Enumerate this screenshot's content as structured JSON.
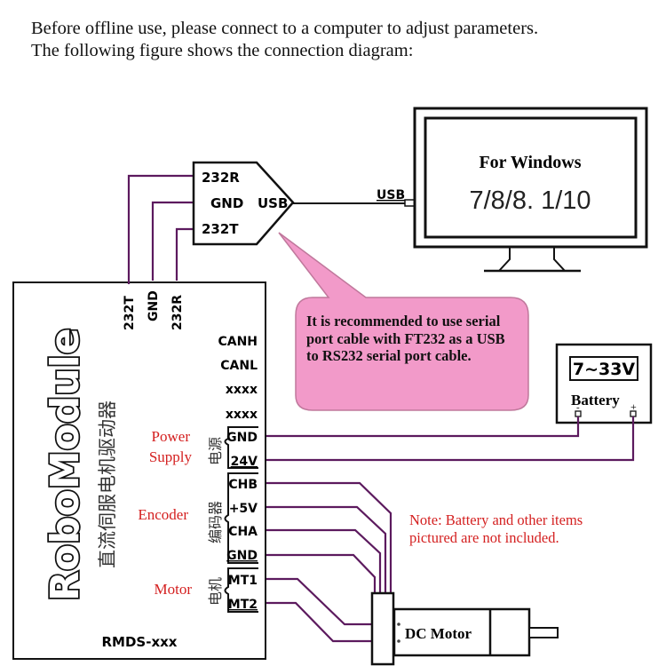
{
  "intro": {
    "line1": "Before offline use, please connect to a computer to adjust parameters.",
    "line2": "The following figure shows the connection diagram:"
  },
  "adapter": {
    "pins": [
      "232R",
      "GND",
      "232T"
    ],
    "port_label": "USB"
  },
  "cable": {
    "label": "USB"
  },
  "monitor": {
    "title": "For Windows",
    "versions": "7/8/8. 1/10"
  },
  "callout": {
    "text": "It is recommended to use serial port cable with FT232 as a USB to RS232 serial port cable.",
    "color": "#f29ac9"
  },
  "battery": {
    "voltage": "7~33V",
    "label": "Battery",
    "minus": "-",
    "plus": "+"
  },
  "driver": {
    "brand": "RoboModule",
    "subtitle_cn": "直流伺服电机驱动器",
    "model": "RMDS-xxx",
    "top_pins": [
      "232T",
      "GND",
      "232R"
    ],
    "right_pins": [
      "CANH",
      "CANL",
      "xxxx",
      "xxxx"
    ],
    "groups": [
      {
        "label_en": "Power Supply",
        "label_en_lines": [
          "Power",
          "Supply"
        ],
        "label_cn": "电源",
        "pins": [
          "GND",
          "24V"
        ]
      },
      {
        "label_en": "Encoder",
        "label_en_lines": [
          "Encoder"
        ],
        "label_cn": "编码器",
        "pins": [
          "CHB",
          "+5V",
          "CHA",
          "GND"
        ]
      },
      {
        "label_en": "Motor",
        "label_en_lines": [
          "Motor"
        ],
        "label_cn": "电机",
        "pins": [
          "MT1",
          "MT2"
        ]
      }
    ]
  },
  "motor": {
    "label": "DC Motor"
  },
  "note": {
    "line1": "Note: Battery and other items",
    "line2": "pictured are not included."
  },
  "colors": {
    "wire": "#5c1a5e",
    "label_red": "#d42020",
    "callout": "#f29ac9"
  }
}
